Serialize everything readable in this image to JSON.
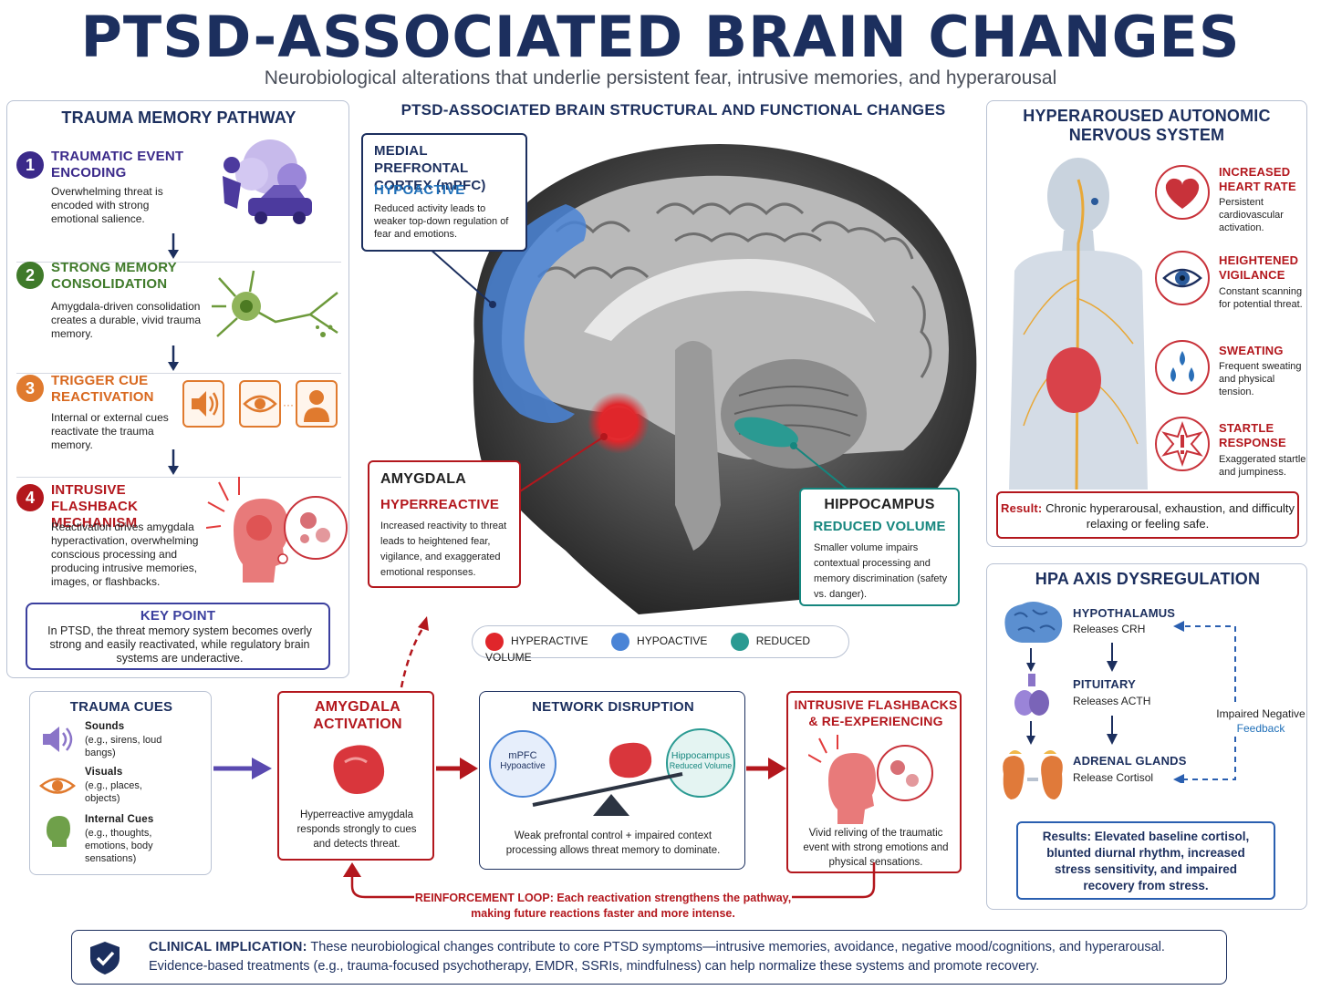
{
  "title": "PTSD-ASSOCIATED BRAIN CHANGES",
  "subtitle": "Neurobiological alterations that underlie persistent fear, intrusive memories, and hyperarousal",
  "pathway": {
    "title": "TRAUMA MEMORY PATHWAY",
    "steps": [
      {
        "num": "1",
        "title": "TRAUMATIC EVENT ENCODING",
        "text": "Overwhelming threat is encoded with strong emotional salience."
      },
      {
        "num": "2",
        "title": "STRONG MEMORY CONSOLIDATION",
        "text": "Amygdala-driven consolidation creates a durable, vivid trauma memory."
      },
      {
        "num": "3",
        "title": "TRIGGER CUE REACTIVATION",
        "text": "Internal or external cues reactivate the trauma memory."
      },
      {
        "num": "4",
        "title": "INTRUSIVE FLASHBACK MECHANISM",
        "text": "Reactivation drives amygdala hyperactivation, overwhelming conscious processing and producing intrusive memories, images, or flashbacks."
      }
    ],
    "key_point_title": "KEY POINT",
    "key_point_text": "In PTSD, the threat memory system becomes overly strong and easily reactivated, while regulatory brain systems are underactive."
  },
  "brain": {
    "title": "PTSD-ASSOCIATED BRAIN STRUCTURAL AND FUNCTIONAL CHANGES",
    "mpfc_title": "MEDIAL PREFRONTAL CORTEX (mPFC)",
    "mpfc_status": "HYPOACTIVE",
    "mpfc_text": "Reduced activity leads to weaker top-down regulation of fear and emotions.",
    "amygdala_title": "AMYGDALA",
    "amygdala_status": "HYPERREACTIVE",
    "amygdala_text": "Increased reactivity to threat leads to heightened fear, vigilance, and exaggerated emotional responses.",
    "hippo_title": "HIPPOCAMPUS",
    "hippo_status": "REDUCED VOLUME",
    "hippo_text": "Smaller volume impairs contextual processing and memory discrimination (safety vs. danger).",
    "legend": [
      "HYPERACTIVE",
      "HYPOACTIVE",
      "REDUCED VOLUME"
    ]
  },
  "ans": {
    "title": "HYPERAROUSED AUTONOMIC NERVOUS SYSTEM",
    "items": [
      {
        "title": "INCREASED HEART RATE",
        "text": "Persistent cardiovascular activation."
      },
      {
        "title": "HEIGHTENED VIGILANCE",
        "text": "Constant scanning for potential threat."
      },
      {
        "title": "SWEATING",
        "text": "Frequent sweating and physical tension."
      },
      {
        "title": "STARTLE RESPONSE",
        "text": "Exaggerated startle and jumpiness."
      }
    ],
    "result_label": "Result:",
    "result_text": "Chronic hyperarousal, exhaustion, and difficulty relaxing or feeling safe."
  },
  "hpa": {
    "title": "HPA AXIS DYSREGULATION",
    "nodes": [
      {
        "title": "HYPOTHALAMUS",
        "text": "Releases CRH"
      },
      {
        "title": "PITUITARY",
        "text": "Releases ACTH"
      },
      {
        "title": "ADRENAL GLANDS",
        "text": "Release Cortisol"
      }
    ],
    "feedback_line1": "Impaired Negative",
    "feedback_line2": "Feedback",
    "results_text": "Results: Elevated baseline cortisol, blunted diurnal rhythm, increased stress sensitivity, and impaired recovery from stress."
  },
  "cues": {
    "title": "TRAUMA CUES",
    "items": [
      {
        "title": "Sounds",
        "text": "(e.g., sirens, loud bangs)"
      },
      {
        "title": "Visuals",
        "text": "(e.g., places, objects)"
      },
      {
        "title": "Internal Cues",
        "text": "(e.g., thoughts, emotions, body sensations)"
      }
    ]
  },
  "activation": {
    "title": "AMYGDALA ACTIVATION",
    "text": "Hyperreactive amygdala responds strongly to cues and detects threat."
  },
  "network": {
    "title": "NETWORK DISRUPTION",
    "mpfc_label": "mPFC",
    "mpfc_sub": "Hypoactive",
    "hippo_label": "Hippocampus",
    "hippo_sub": "Reduced Volume",
    "text": "Weak prefrontal control + impaired context processing allows threat memory to dominate."
  },
  "flashbacks": {
    "title": "INTRUSIVE FLASHBACKS & RE-EXPERIENCING",
    "text": "Vivid reliving of the traumatic event with strong emotions and physical sensations."
  },
  "loop": {
    "text": "REINFORCEMENT LOOP: Each reactivation strengthens the pathway, making future reactions faster and more intense."
  },
  "clinical": {
    "label": "CLINICAL IMPLICATION:",
    "line1": "These neurobiological changes contribute to core PTSD symptoms—intrusive memories, avoidance, negative mood/cognitions, and hyperarousal.",
    "line2": "Evidence-based treatments (e.g., trauma-focused psychotherapy, EMDR, SSRIs, mindfulness) can help normalize these systems and promote recovery."
  },
  "colors": {
    "navy": "#1c2f5e",
    "red": "#b3171d",
    "blue": "#1f6fb8",
    "teal": "#15867e",
    "orange": "#e07a2e"
  }
}
